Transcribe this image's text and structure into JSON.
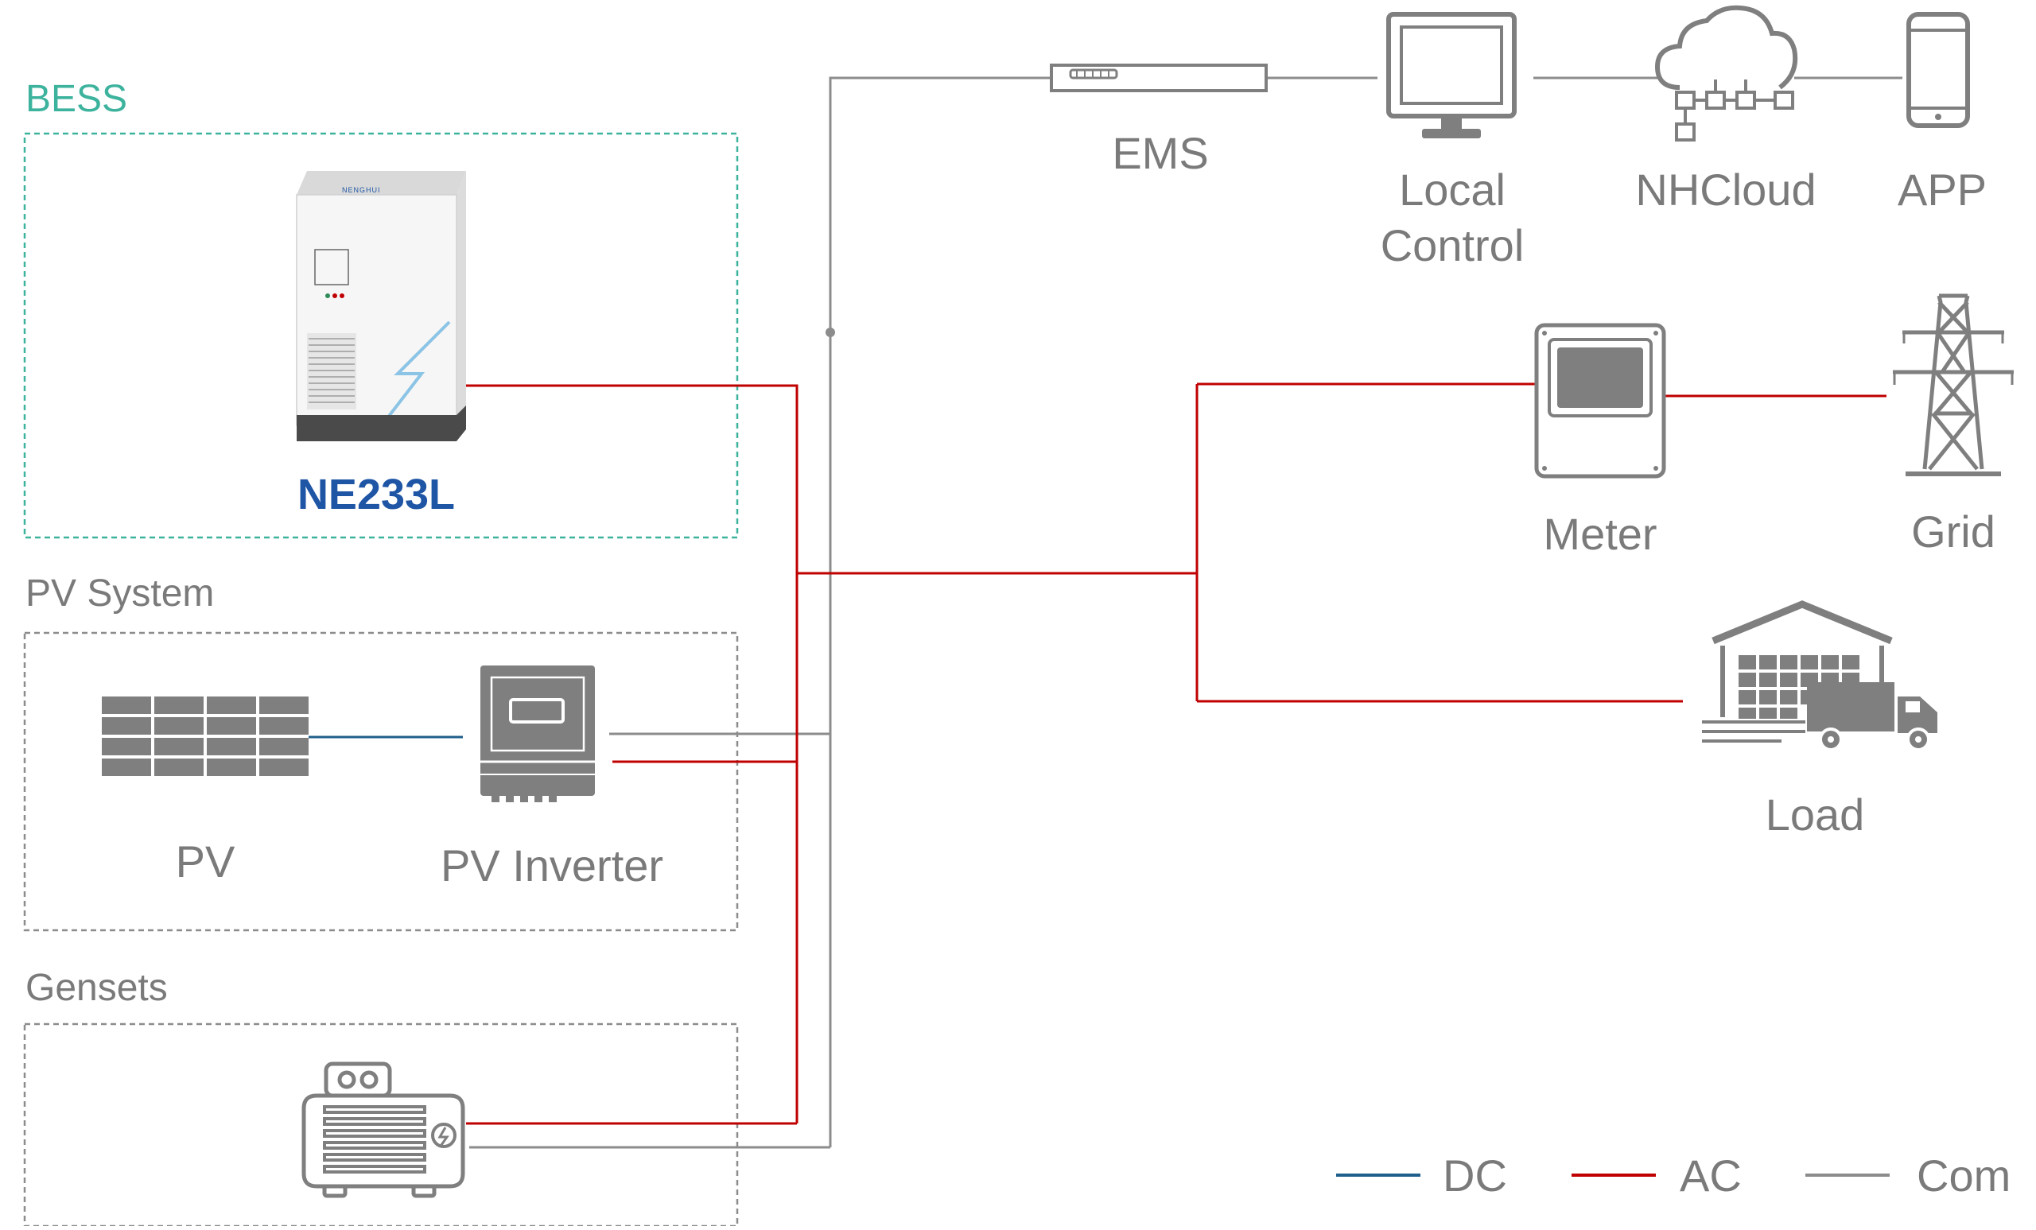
{
  "groups": {
    "bess": "BESS",
    "pv_system": "PV System",
    "gensets": "Gensets"
  },
  "devices": {
    "bess_brand": "NENGHUI",
    "bess_model": "NE233L",
    "ems": "EMS",
    "local_control_line1": "Local",
    "local_control_line2": "Control",
    "nhcloud": "NHCloud",
    "app": "APP",
    "meter": "Meter",
    "grid": "Grid",
    "load": "Load",
    "pv": "PV",
    "pv_inverter": "PV Inverter"
  },
  "legend": [
    {
      "label": "DC",
      "color": "#1f5f8b"
    },
    {
      "label": "AC",
      "color": "#c00000"
    },
    {
      "label": "Com",
      "color": "#8c8c8c"
    }
  ],
  "colors": {
    "bess_group": "#3db39e",
    "bess_model": "#1f55a5",
    "dc_line": "#1f5f8b",
    "ac_line": "#c00000",
    "com_line": "#8c8c8c",
    "label_gray": "#7a7a7a",
    "icon_gray": "#7f7f7f"
  }
}
